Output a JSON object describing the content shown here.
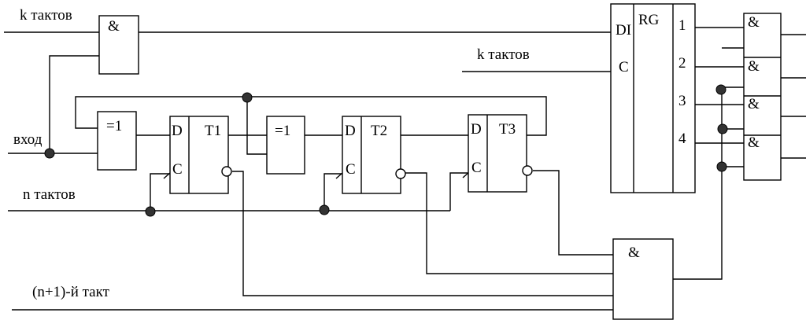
{
  "signals": {
    "k_top": "k тактов",
    "k_mid": "k тактов",
    "input": "вход",
    "n": "n тактов",
    "n1": "(n+1)-й такт"
  },
  "blocks": {
    "and_symbol": "&",
    "xor_symbol": "=1",
    "d_pin": "D",
    "c_pin": "C",
    "t1": "T1",
    "t2": "T2",
    "t3": "T3",
    "reg_di": "DI",
    "reg_c": "C",
    "reg_rg": "RG",
    "reg_out1": "1",
    "reg_out2": "2",
    "reg_out3": "3",
    "reg_out4": "4"
  }
}
